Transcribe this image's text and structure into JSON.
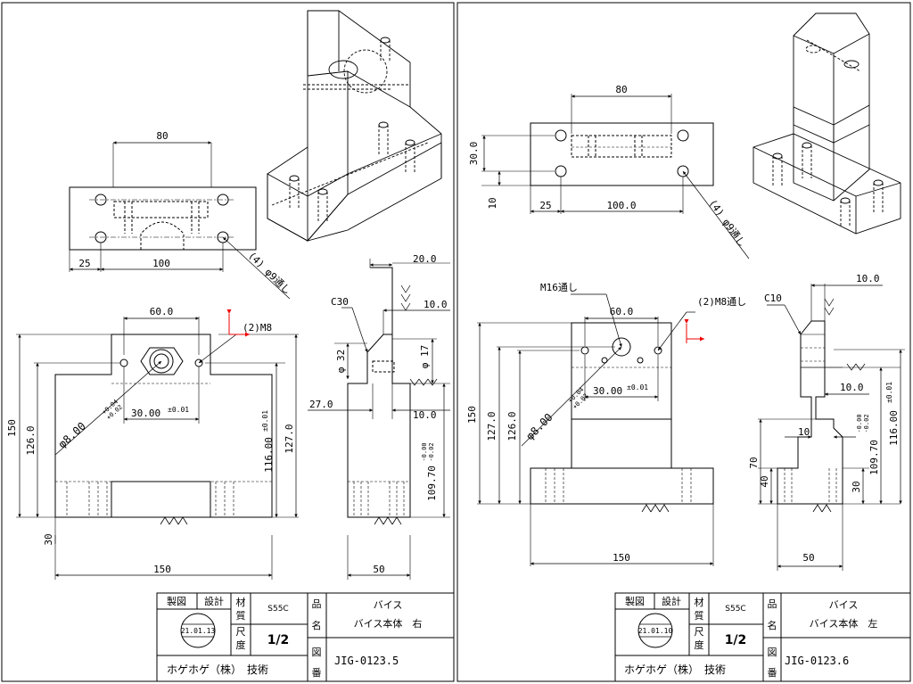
{
  "sheets": [
    {
      "title_block": {
        "drawn_label": "製図",
        "design_label": "設計",
        "material_label": [
          "材",
          "質"
        ],
        "material": "S55C",
        "scale_label": [
          "尺",
          "度"
        ],
        "scale": "1/2",
        "part_name_label": [
          "品",
          "名"
        ],
        "part_name_1": "バイス",
        "part_name_2": "バイス本体　右",
        "drawing_no_label": [
          "図",
          "番"
        ],
        "drawing_no": "JIG-0123.5",
        "stamp_date": "21.01.13",
        "company": "ホゲホゲ（株）　技術"
      },
      "top_view": {
        "dim_80": "80",
        "dim_25": "25",
        "dim_100": "100",
        "hole_note": "(4) φ9通し"
      },
      "front_view": {
        "dim_60": "60.0",
        "m8_note": "(2)M8",
        "dim_phi8": "φ8.00",
        "tol_phi8_upper": "+0.04",
        "tol_phi8_lower": "+0.02",
        "dim_30": "30.00",
        "tol_30": "±0.01",
        "dim_150_h": "150",
        "dim_126": "126.0",
        "dim_116": "116.00",
        "tol_116": "±0.01",
        "dim_127": "127.0",
        "dim_30_base": "30",
        "dim_150_w": "150"
      },
      "side_view": {
        "dim_20": "20.0",
        "dim_10_a": "10.0",
        "chamfer": "C30",
        "dim_phi17": "φ 17",
        "dim_phi32": "φ 32",
        "dim_27": "27.0",
        "dim_10_b": "10.0",
        "dim_109": "109.70",
        "tol_109_upper": "-0.00",
        "tol_109_lower": "-0.02",
        "dim_50": "50"
      }
    },
    {
      "title_block": {
        "drawn_label": "製図",
        "design_label": "設計",
        "material_label": [
          "材",
          "質"
        ],
        "material": "S55C",
        "scale_label": [
          "尺",
          "度"
        ],
        "scale": "1/2",
        "part_name_label": [
          "品",
          "名"
        ],
        "part_name_1": "バイス",
        "part_name_2": "バイス本体　左",
        "drawing_no_label": [
          "図",
          "番"
        ],
        "drawing_no": "JIG-0123.6",
        "stamp_date": "21.01.10",
        "company": "ホゲホゲ（株）　技術"
      },
      "top_view": {
        "dim_80": "80",
        "dim_30": "30.0",
        "dim_10": "10",
        "dim_25": "25",
        "dim_100": "100.0",
        "hole_note": "(4) φ9通し"
      },
      "front_view": {
        "m16_note": "M16通し",
        "dim_60": "60.0",
        "m8_note": "(2)M8通し",
        "dim_phi8": "φ8.00",
        "tol_phi8_upper": "+0.04",
        "tol_phi8_lower": "+0.02",
        "dim_30": "30.00",
        "tol_30": "±0.01",
        "dim_150_h": "150",
        "dim_127": "127.0",
        "dim_126": "126.0",
        "dim_150_w": "150"
      },
      "side_view": {
        "chamfer": "C10",
        "dim_10_a": "10.0",
        "dim_10_b": "10.0",
        "dim_10_c": "10",
        "dim_70": "70",
        "dim_40": "40",
        "dim_30": "30",
        "dim_109": "109.70",
        "tol_109_upper": "-0.00",
        "tol_109_lower": "-0.02",
        "dim_116": "116.00",
        "tol_116": "±0.01",
        "dim_50": "50"
      }
    }
  ]
}
